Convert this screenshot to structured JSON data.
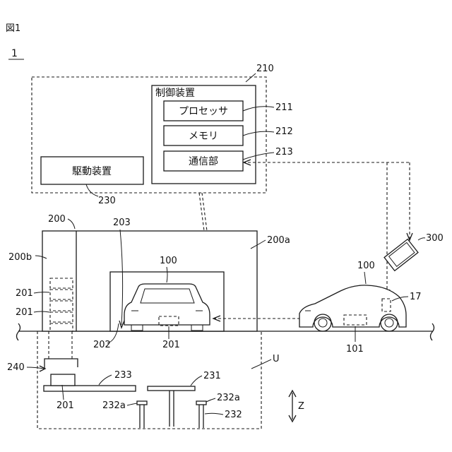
{
  "figure_title": "図1",
  "system_ref": "1",
  "control_device": {
    "ref": "210",
    "label": "制御装置",
    "processor": {
      "label": "プロセッサ",
      "ref": "211"
    },
    "memory": {
      "label": "メモリ",
      "ref": "212"
    },
    "comm": {
      "label": "通信部",
      "ref": "213"
    }
  },
  "drive_device": {
    "label": "駆動装置",
    "ref": "230"
  },
  "building": {
    "ref": "200",
    "ref_a": "200a",
    "ref_b": "200b",
    "entrance_ref": "203",
    "stall_ref": "202",
    "shelf_ref_1": "201",
    "shelf_ref_2": "201",
    "stall_ref_201": "201"
  },
  "vehicle_inside": {
    "ref": "100"
  },
  "vehicle_outside": {
    "ref": "100",
    "device_ref": "17",
    "marker_ref": "101"
  },
  "terminal": {
    "ref": "300"
  },
  "underground": {
    "ref": "U",
    "lift_ref": "240",
    "pallet_ref": "201",
    "conveyor_ref": "233",
    "table_ref": "231",
    "support_ref": "232",
    "support_top_ref_left": "232a",
    "support_top_ref_right": "232a"
  },
  "axis": {
    "label": "Z"
  }
}
